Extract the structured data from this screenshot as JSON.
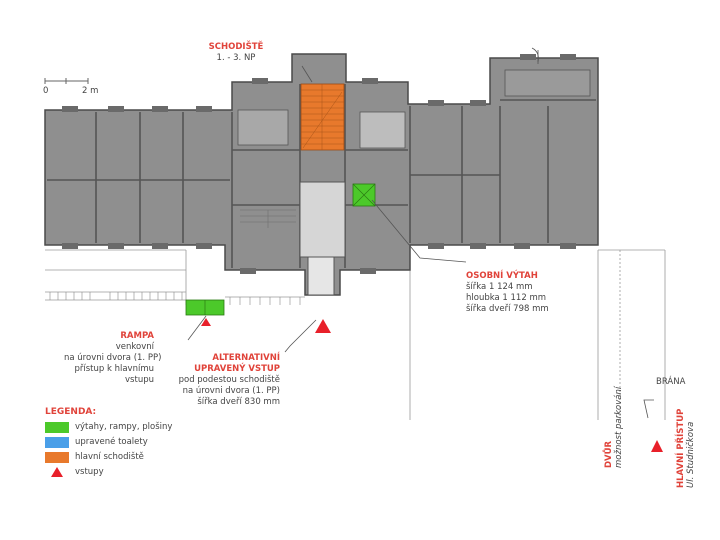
{
  "scale": {
    "start": "0",
    "end": "2 m"
  },
  "stair": {
    "title": "SCHODIŠTĚ",
    "floors": "1. - 3. NP"
  },
  "elevator": {
    "title": "OSOBNÍ VÝTAH",
    "lines": [
      "šířka 1 124 mm",
      "hloubka 1 112 mm",
      "šířka dveří 798 mm"
    ]
  },
  "ramp": {
    "title": "RAMPA",
    "lines": [
      "venkovní",
      "na úrovni dvora (1. PP)",
      "přístup k hlavnímu",
      "vstupu"
    ]
  },
  "alt_entrance": {
    "title_lines": [
      "ALTERNATIVNÍ",
      "UPRAVENÝ VSTUP"
    ],
    "lines": [
      "pod podestou schodiště",
      "na úrovni dvora (1. PP)",
      "šířka dveří 830 mm"
    ]
  },
  "gate": "BRÁNA",
  "yard": {
    "title": "DVŮR",
    "subtitle": "možnost parkování"
  },
  "main_entrance": {
    "title": "HLAVNÍ PŘÍSTUP",
    "subtitle": "Ul. Studničkova"
  },
  "legend": {
    "title": "LEGENDA:",
    "items": [
      {
        "label": "výtahy, rampy, plošiny",
        "color": "#4cc92a",
        "kind": "swatch"
      },
      {
        "label": "upravené toalety",
        "color": "#4a9fe8",
        "kind": "swatch"
      },
      {
        "label": "hlavní schodiště",
        "color": "#e8792c",
        "kind": "swatch"
      },
      {
        "label": "vstupy",
        "color": "#e8202a",
        "kind": "triangle"
      }
    ]
  },
  "colors": {
    "building": "#8f8f8f",
    "walls": "#4a4a4a",
    "stair": "#e8792c",
    "lift": "#4cc92a",
    "entry": "#e8202a",
    "accent_text": "#e0433a"
  }
}
